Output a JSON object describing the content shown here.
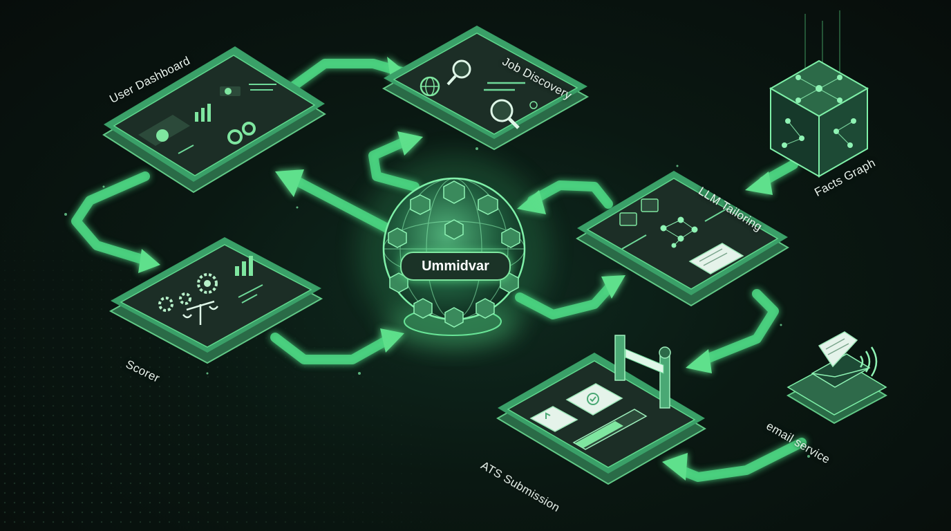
{
  "hub": {
    "label": "Ummidvar"
  },
  "nodes": {
    "user_dashboard": "User Dashboard",
    "job_discovery": "Job Discovery",
    "facts_graph": "Facts Graph",
    "llm_tailoring": "LLM Tailoring",
    "scorer": "Scorer",
    "ats_submission": "ATS Submission",
    "email_service": "email service"
  },
  "colors": {
    "accent": "#5fe08c",
    "accent_soft": "#3fa866",
    "panel_face": "#1d3a2c",
    "panel_edge": "#62c987",
    "background": "#0a1812"
  },
  "icons": {
    "user_dashboard": [
      "avatar-icon",
      "bar-chart-icon",
      "donut-chart-icon"
    ],
    "job_discovery": [
      "globe-icon",
      "magnifier-icon",
      "search-icon"
    ],
    "facts_graph": [
      "cube-graph-icon"
    ],
    "llm_tailoring": [
      "translate-icon",
      "neural-network-icon",
      "document-icon"
    ],
    "scorer": [
      "gear-icon",
      "scale-icon",
      "bar-chart-icon"
    ],
    "ats_submission": [
      "document-upload-icon",
      "checkmark-icon",
      "gate-barrier-icon",
      "progress-bar-icon"
    ],
    "email_service": [
      "envelope-icon",
      "signal-wave-icon"
    ]
  }
}
